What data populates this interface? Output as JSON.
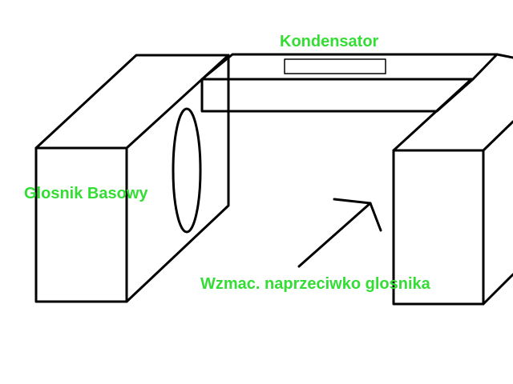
{
  "labels": {
    "capacitor": "Kondensator",
    "bass_speaker": "Glosnik Basowy",
    "amplifier": "Wzmac. naprzeciwko glosnika"
  },
  "colors": {
    "label": "#33dd33",
    "stroke": "#000000",
    "background": "#ffffff"
  }
}
